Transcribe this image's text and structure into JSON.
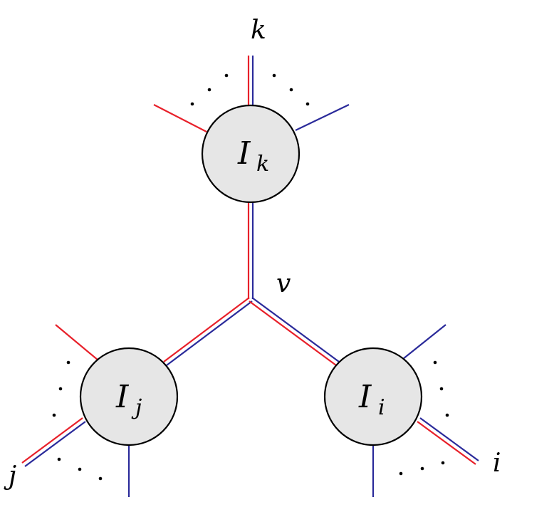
{
  "labels": {
    "k": "k",
    "j": "j",
    "i": "i",
    "v": "v"
  },
  "nodes": {
    "k": {
      "main": "I",
      "sub": "k"
    },
    "j": {
      "main": "I",
      "sub": "j"
    },
    "i": {
      "main": "I",
      "sub": "i"
    }
  },
  "colors": {
    "red": "#e8202a",
    "blue": "#2a2a9a",
    "node_fill": "#e6e6e6",
    "stroke": "#000000"
  }
}
